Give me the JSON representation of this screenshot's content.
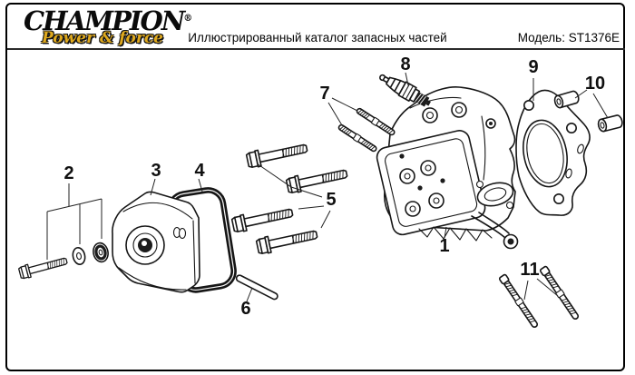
{
  "page": {
    "background": "#ffffff",
    "border_color": "#000000"
  },
  "header": {
    "brand_name": "CHAMPION",
    "brand_mark": "®",
    "brand_tagline": "Power & force",
    "title": "Иллюстрированный каталог запасных частей",
    "model": "Модель: ST1376E",
    "colors": {
      "brand_gold": "#dfa91e",
      "text": "#000000"
    }
  },
  "diagram": {
    "labels": [
      "1",
      "2",
      "3",
      "4",
      "5",
      "6",
      "7",
      "8",
      "9",
      "10",
      "11"
    ]
  }
}
